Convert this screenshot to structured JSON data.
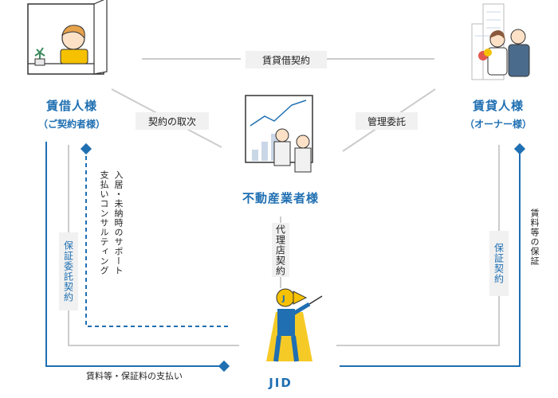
{
  "parties": {
    "tenant": {
      "title": "賃借人様",
      "subtitle": "（ご契約者様）"
    },
    "landlord": {
      "title": "賃貸人様",
      "subtitle": "（オーナー様）"
    },
    "agent": {
      "title": "不動産業者様"
    },
    "jid": {
      "title": "JID"
    }
  },
  "relations": {
    "lease_contract": "賃貸借契約",
    "contract_intermediary": "契約の取次",
    "management_consignment": "管理委託",
    "agency_contract": "代理店契約",
    "guarantee_consignment": "保証委託契約",
    "guarantee_contract": "保証契約",
    "rent_guarantee": "賃料等の保証",
    "support_line1": "入居・未納時のサポート",
    "support_line2": "支払いコンサルティング",
    "payment": "賃料等・保証料の支払い"
  },
  "colors": {
    "primary": "#1f6fb2",
    "accent": "#f5c100",
    "line_gray": "#cccccc",
    "label_bg": "#f1f1f1"
  }
}
